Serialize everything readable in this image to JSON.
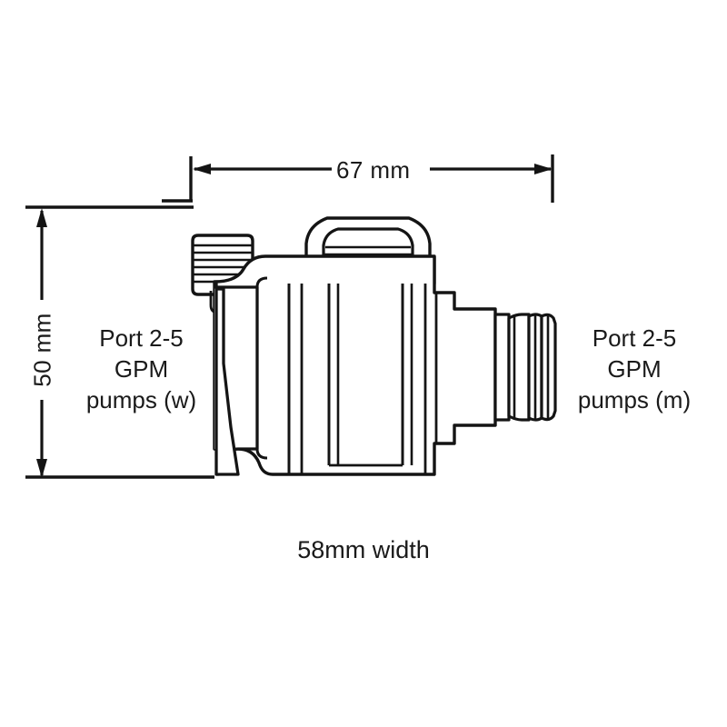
{
  "diagram": {
    "title": "Pump port dimension drawing",
    "line_color": "#141414",
    "fill_color": "#ffffff",
    "background": "#ffffff"
  },
  "dimensions": {
    "width_label": "67 mm",
    "height_label": "50 mm",
    "depth_caption": "58mm width"
  },
  "callouts": {
    "left": {
      "line1": "Port 2-5",
      "line2": "GPM",
      "line3": "pumps (w)"
    },
    "right": {
      "line1": "Port 2-5",
      "line2": "GPM",
      "line3": "pumps (m)"
    }
  },
  "parts": {
    "knob": "knurled-thumb-knob",
    "cap": "dome-cap",
    "body": "pump-housing",
    "outlet": "barbed-outlet-nozzle",
    "inlet_flange": "tapered-inlet-flange"
  }
}
